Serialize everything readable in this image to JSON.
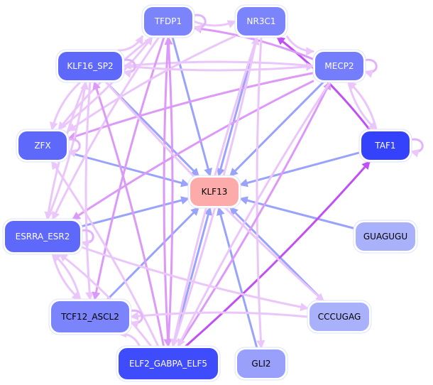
{
  "diagram": {
    "type": "regulatory-network",
    "center_node": "KLF13",
    "nodes": [
      {
        "id": "TFDP1",
        "label": "TFDP1",
        "fill": "#7b84fb",
        "text": "#ffffff"
      },
      {
        "id": "NR3C1",
        "label": "NR3C1",
        "fill": "#7b84fb",
        "text": "#ffffff"
      },
      {
        "id": "KLF16_SP2",
        "label": "KLF16_SP2",
        "fill": "#5e68fb",
        "text": "#ffffff"
      },
      {
        "id": "MECP2",
        "label": "MECP2",
        "fill": "#747dfb",
        "text": "#ffffff"
      },
      {
        "id": "ZFX",
        "label": "ZFX",
        "fill": "#5e68fb",
        "text": "#ffffff"
      },
      {
        "id": "TAF1",
        "label": "TAF1",
        "fill": "#3443fb",
        "text": "#ffffff"
      },
      {
        "id": "KLF13",
        "label": "KLF13",
        "fill": "#fcaaaa",
        "text": "#000000"
      },
      {
        "id": "ESRRA_ESR2",
        "label": "ESRRA_ESR2",
        "fill": "#5e68fb",
        "text": "#ffffff"
      },
      {
        "id": "GUAGUGU",
        "label": "GUAGUGU",
        "fill": "#aab1fb",
        "text": "#000000"
      },
      {
        "id": "TCF12_ASCL2",
        "label": "TCF12_ASCL2",
        "fill": "#7b84fb",
        "text": "#000000"
      },
      {
        "id": "CCCUGAG",
        "label": "CCCUGAG",
        "fill": "#aab1fb",
        "text": "#000000"
      },
      {
        "id": "ELF2_GABPA_ELF5",
        "label": "ELF2_GABPA_ELF5",
        "fill": "#3f4cfb",
        "text": "#ffffff"
      },
      {
        "id": "GLI2",
        "label": "GLI2",
        "fill": "#98a0fb",
        "text": "#000000"
      }
    ],
    "edge_colors": {
      "to_target": "#99a3fb",
      "tf_light": "#eac6fb",
      "tf_medium": "#dd99f8",
      "tf_strong": "#c050f5"
    },
    "edges": [
      {
        "from": "TFDP1",
        "to": "KLF13",
        "kind": "to_target"
      },
      {
        "from": "NR3C1",
        "to": "KLF13",
        "kind": "to_target"
      },
      {
        "from": "KLF16_SP2",
        "to": "KLF13",
        "kind": "to_target"
      },
      {
        "from": "MECP2",
        "to": "KLF13",
        "kind": "to_target"
      },
      {
        "from": "ZFX",
        "to": "KLF13",
        "kind": "to_target"
      },
      {
        "from": "TAF1",
        "to": "KLF13",
        "kind": "to_target"
      },
      {
        "from": "ESRRA_ESR2",
        "to": "KLF13",
        "kind": "to_target"
      },
      {
        "from": "GUAGUGU",
        "to": "KLF13",
        "kind": "to_target"
      },
      {
        "from": "TCF12_ASCL2",
        "to": "KLF13",
        "kind": "to_target"
      },
      {
        "from": "CCCUGAG",
        "to": "KLF13",
        "kind": "to_target"
      },
      {
        "from": "ELF2_GABPA_ELF5",
        "to": "KLF13",
        "kind": "to_target"
      },
      {
        "from": "GLI2",
        "to": "KLF13",
        "kind": "to_target"
      },
      {
        "from": "TAF1",
        "to": "NR3C1",
        "kind": "tf_strong"
      },
      {
        "from": "ELF2_GABPA_ELF5",
        "to": "TAF1",
        "kind": "tf_strong"
      },
      {
        "from": "TFDP1",
        "to": "NR3C1",
        "kind": "tf_light"
      },
      {
        "from": "MECP2",
        "to": "TFDP1",
        "kind": "tf_medium"
      },
      {
        "from": "MECP2",
        "to": "ZFX",
        "kind": "tf_medium"
      },
      {
        "from": "MECP2",
        "to": "KLF16_SP2",
        "kind": "tf_light"
      },
      {
        "from": "MECP2",
        "to": "ESRRA_ESR2",
        "kind": "tf_medium"
      },
      {
        "from": "MECP2",
        "to": "TAF1",
        "kind": "tf_light"
      },
      {
        "from": "TAF1",
        "to": "MECP2",
        "kind": "tf_light"
      },
      {
        "from": "NR3C1",
        "to": "MECP2",
        "kind": "tf_light"
      },
      {
        "from": "KLF16_SP2",
        "to": "TFDP1",
        "kind": "tf_light"
      },
      {
        "from": "KLF16_SP2",
        "to": "ZFX",
        "kind": "tf_light"
      },
      {
        "from": "KLF16_SP2",
        "to": "ESRRA_ESR2",
        "kind": "tf_light"
      },
      {
        "from": "KLF16_SP2",
        "to": "TCF12_ASCL2",
        "kind": "tf_light"
      },
      {
        "from": "ESRRA_ESR2",
        "to": "KLF16_SP2",
        "kind": "tf_light"
      },
      {
        "from": "ESRRA_ESR2",
        "to": "TCF12_ASCL2",
        "kind": "tf_light"
      },
      {
        "from": "TCF12_ASCL2",
        "to": "ESRRA_ESR2",
        "kind": "tf_light"
      },
      {
        "from": "TFDP1",
        "to": "ZFX",
        "kind": "tf_light"
      },
      {
        "from": "TFDP1",
        "to": "TCF12_ASCL2",
        "kind": "tf_medium"
      },
      {
        "from": "TFDP1",
        "to": "ELF2_GABPA_ELF5",
        "kind": "tf_medium"
      },
      {
        "from": "TFDP1",
        "to": "ESRRA_ESR2",
        "kind": "tf_light"
      },
      {
        "from": "NR3C1",
        "to": "ZFX",
        "kind": "tf_light"
      },
      {
        "from": "NR3C1",
        "to": "GLI2",
        "kind": "tf_light"
      },
      {
        "from": "NR3C1",
        "to": "ELF2_GABPA_ELF5",
        "kind": "tf_light"
      },
      {
        "from": "ELF2_GABPA_ELF5",
        "to": "TFDP1",
        "kind": "tf_medium"
      },
      {
        "from": "ELF2_GABPA_ELF5",
        "to": "KLF16_SP2",
        "kind": "tf_medium"
      },
      {
        "from": "ELF2_GABPA_ELF5",
        "to": "NR3C1",
        "kind": "tf_light"
      },
      {
        "from": "ELF2_GABPA_ELF5",
        "to": "TCF12_ASCL2",
        "kind": "tf_light"
      },
      {
        "from": "ELF2_GABPA_ELF5",
        "to": "ESRRA_ESR2",
        "kind": "tf_light"
      },
      {
        "from": "ELF2_GABPA_ELF5",
        "to": "MECP2",
        "kind": "tf_medium"
      },
      {
        "from": "ELF2_GABPA_ELF5",
        "to": "ZFX",
        "kind": "tf_light"
      },
      {
        "from": "KLF16_SP2",
        "to": "CCCUGAG",
        "kind": "tf_light"
      },
      {
        "from": "ESRRA_ESR2",
        "to": "CCCUGAG",
        "kind": "tf_light"
      },
      {
        "from": "CCCUGAG",
        "to": "TCF12_ASCL2",
        "kind": "tf_light"
      },
      {
        "from": "ZFX",
        "to": "TFDP1",
        "kind": "tf_light"
      },
      {
        "from": "MECP2",
        "to": "ELF2_GABPA_ELF5",
        "kind": "tf_light"
      },
      {
        "from": "KLF16_SP2",
        "to": "MECP2",
        "kind": "tf_light"
      }
    ],
    "self_loops": [
      "TFDP1",
      "KLF16_SP2",
      "MECP2",
      "ZFX",
      "TAF1",
      "ESRRA_ESR2",
      "TCF12_ASCL2"
    ]
  }
}
